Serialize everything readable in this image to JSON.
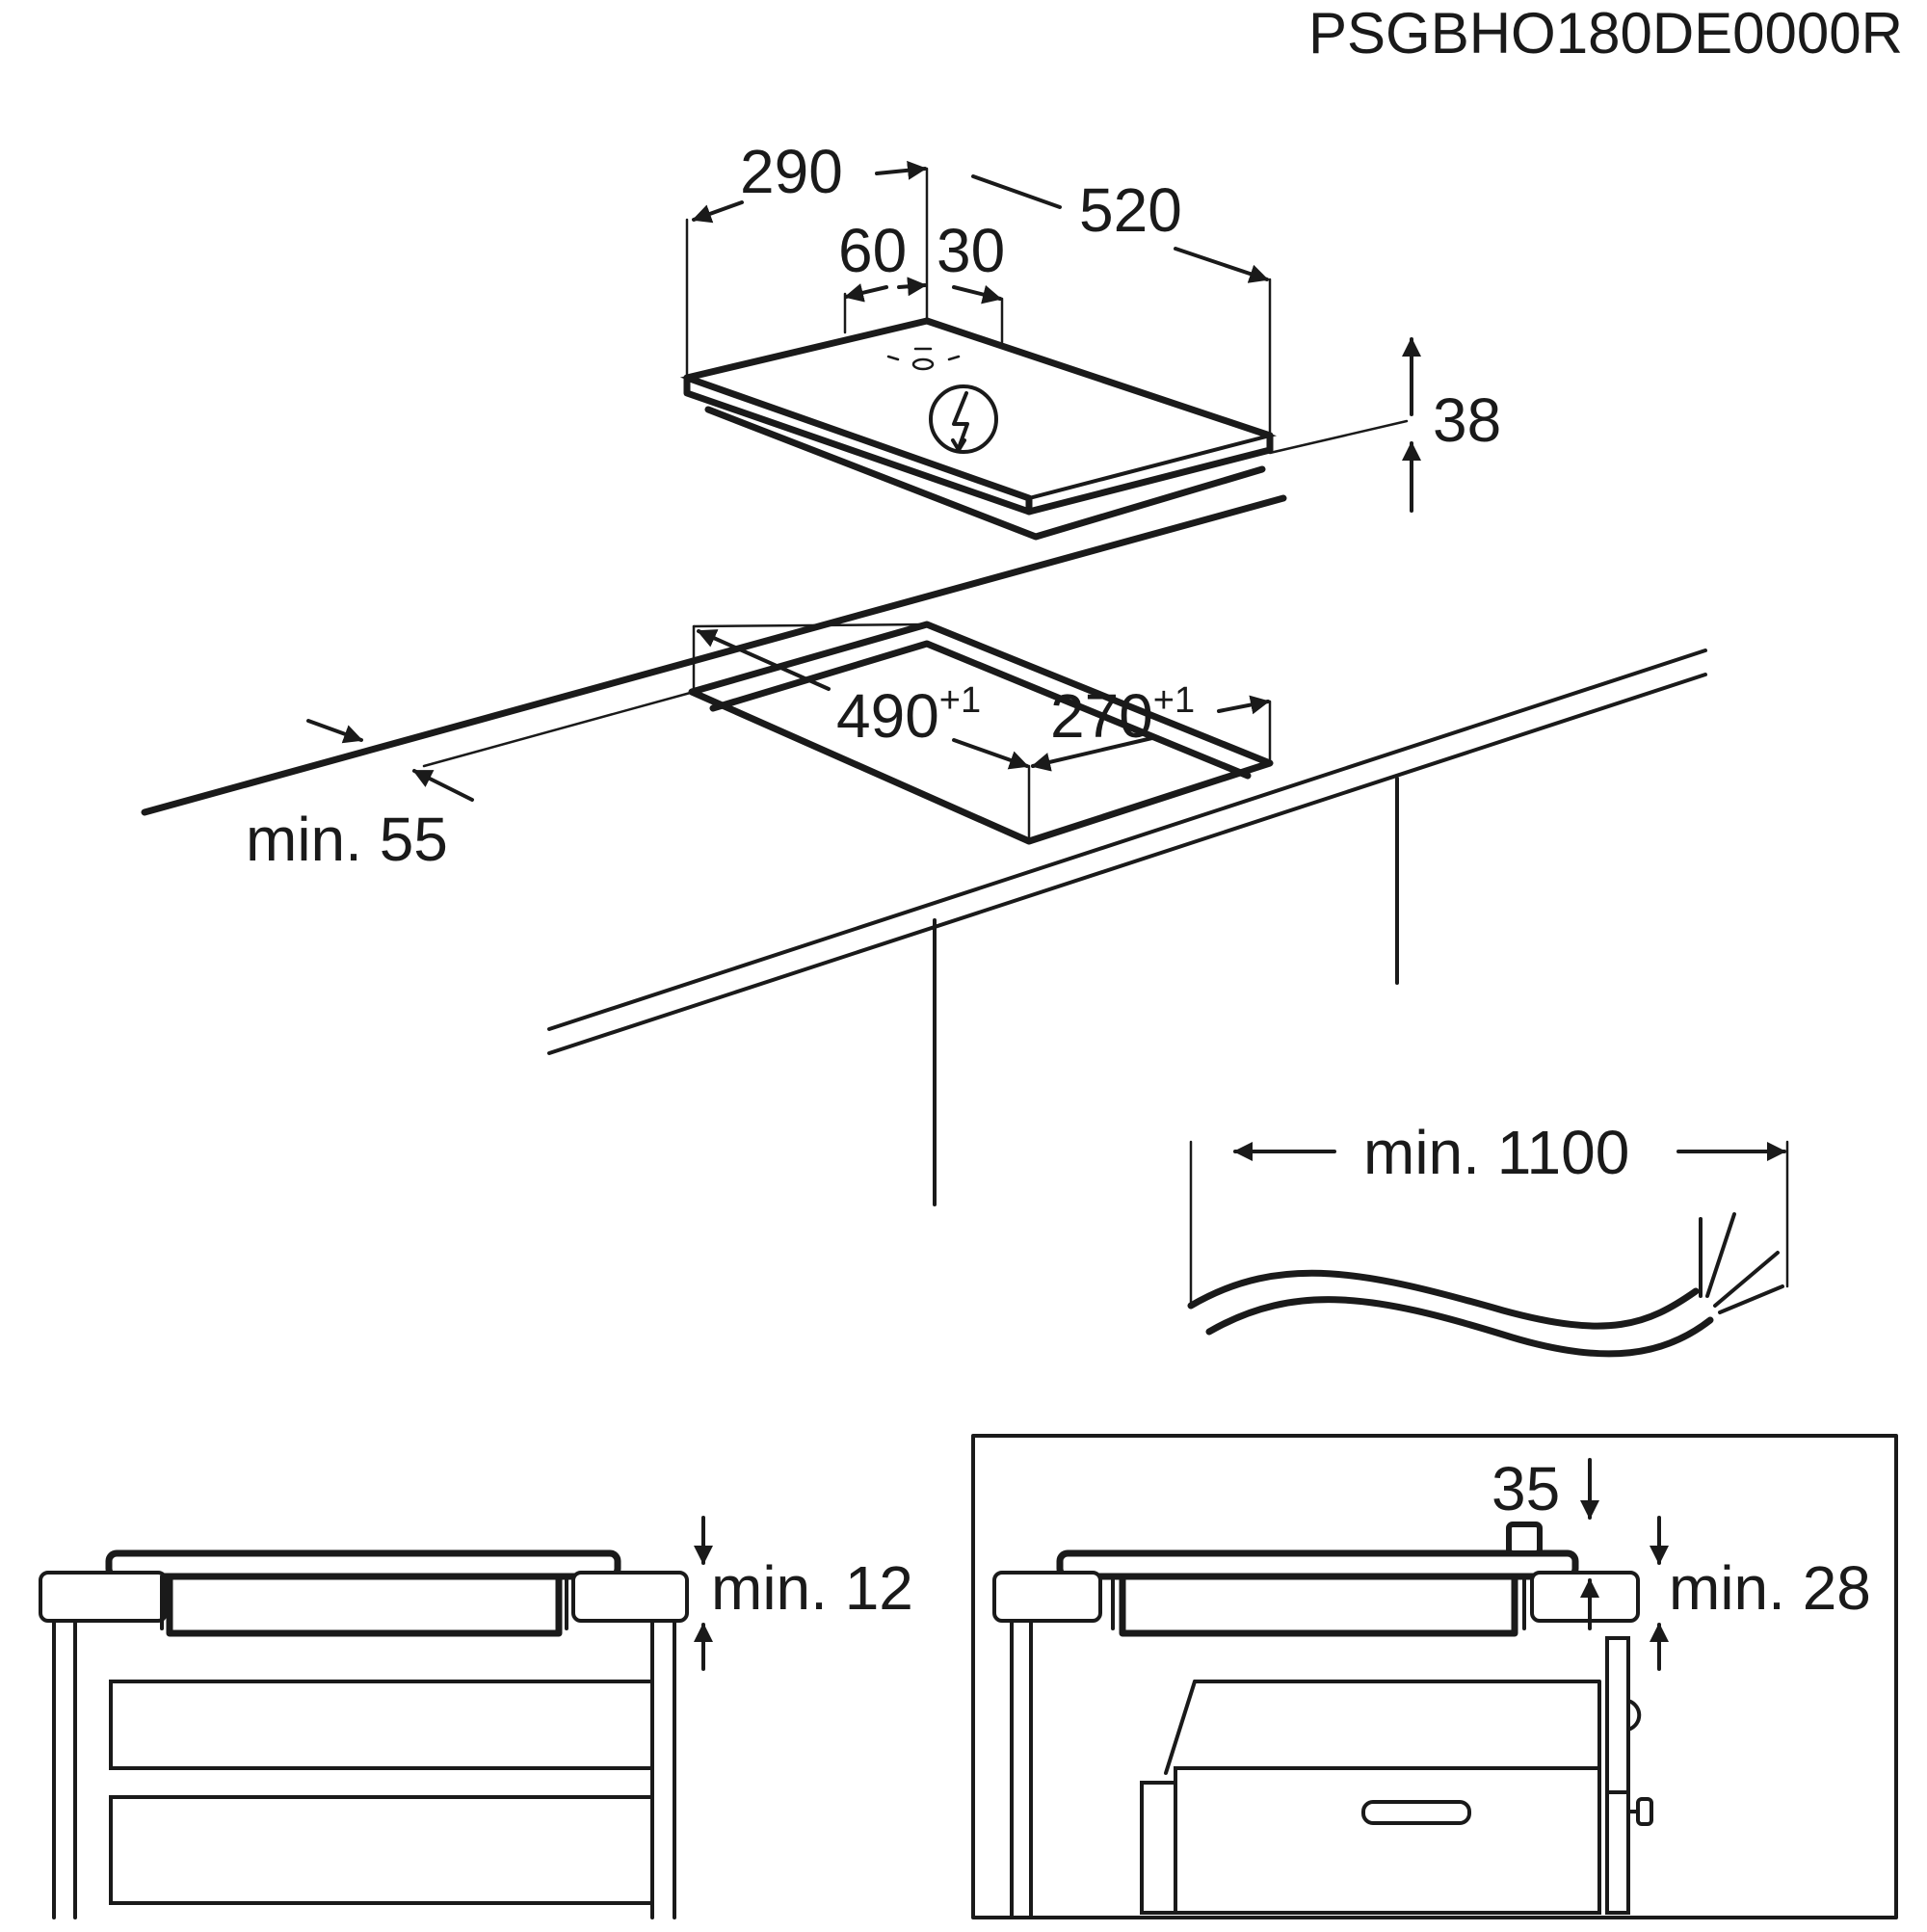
{
  "reference_code": "PSGBHO180DE0000R",
  "hob_dimensions": {
    "depth": "290",
    "width": "520",
    "connector_offset_front": "60",
    "connector_offset_side": "30",
    "height": "38"
  },
  "cutout_dimensions": {
    "width_base": "490",
    "width_tolerance": "+1",
    "depth_base": "270",
    "depth_tolerance": "+1",
    "min_distance_front": "min. 55"
  },
  "cable": {
    "min_length": "min. 1100"
  },
  "section_left": {
    "min_clearance": "min. 12"
  },
  "section_right": {
    "gap": "35",
    "min_clearance": "min. 28"
  }
}
